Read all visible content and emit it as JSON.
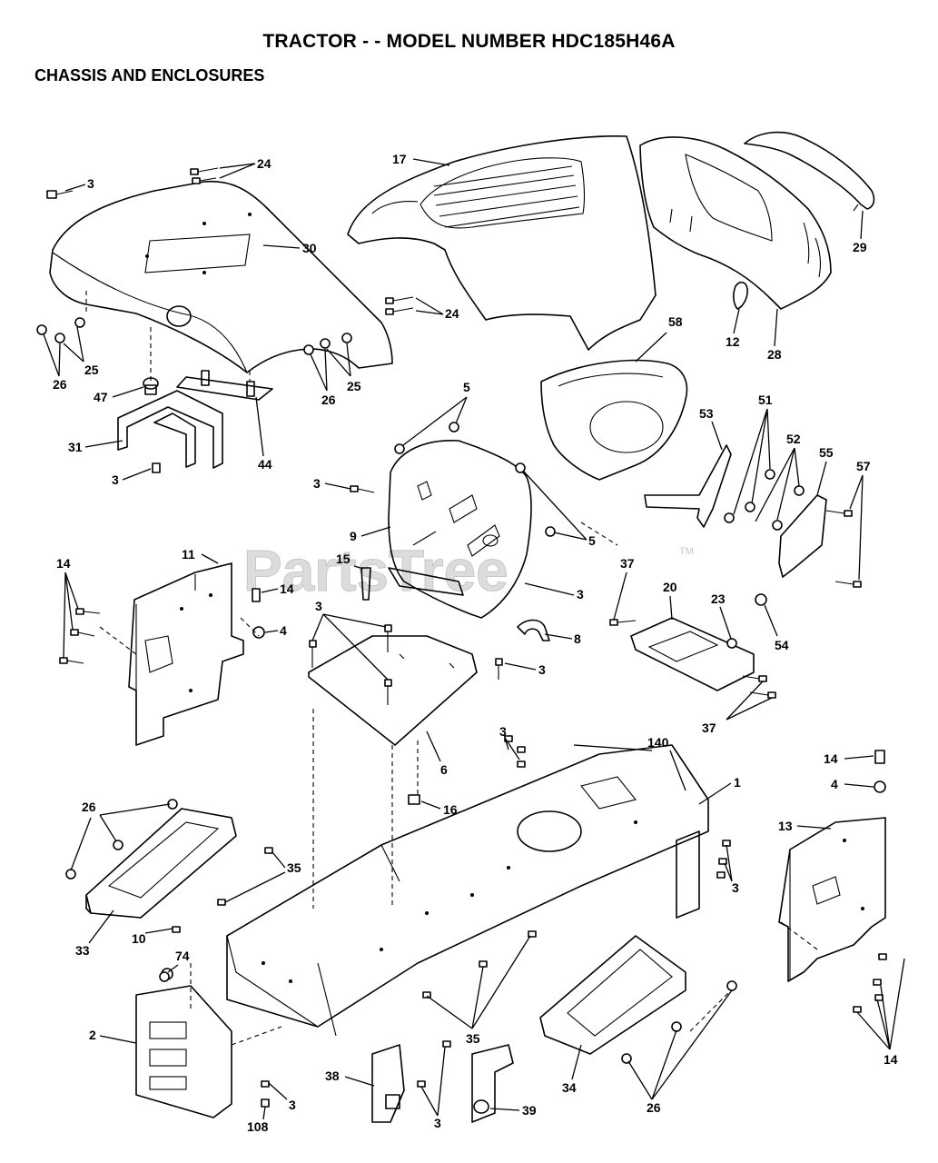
{
  "title": "TRACTOR - - MODEL NUMBER HDC185H46A",
  "subtitle": "CHASSIS AND ENCLOSURES",
  "watermark": {
    "text": "PartsTree",
    "tm": "TM"
  },
  "callouts": {
    "c1": "1",
    "c2": "2",
    "c3": "3",
    "c4": "4",
    "c5": "5",
    "c6": "6",
    "c8": "8",
    "c9": "9",
    "c10": "10",
    "c11": "11",
    "c12": "12",
    "c13": "13",
    "c14": "14",
    "c15": "15",
    "c16": "16",
    "c17": "17",
    "c20": "20",
    "c23": "23",
    "c24": "24",
    "c25": "25",
    "c26": "26",
    "c28": "28",
    "c29": "29",
    "c30": "30",
    "c31": "31",
    "c33": "33",
    "c34": "34",
    "c35": "35",
    "c37": "37",
    "c38": "38",
    "c39": "39",
    "c44": "44",
    "c47": "47",
    "c51": "51",
    "c52": "52",
    "c53": "53",
    "c54": "54",
    "c55": "55",
    "c57": "57",
    "c58": "58",
    "c74": "74",
    "c108": "108",
    "c140": "140"
  }
}
